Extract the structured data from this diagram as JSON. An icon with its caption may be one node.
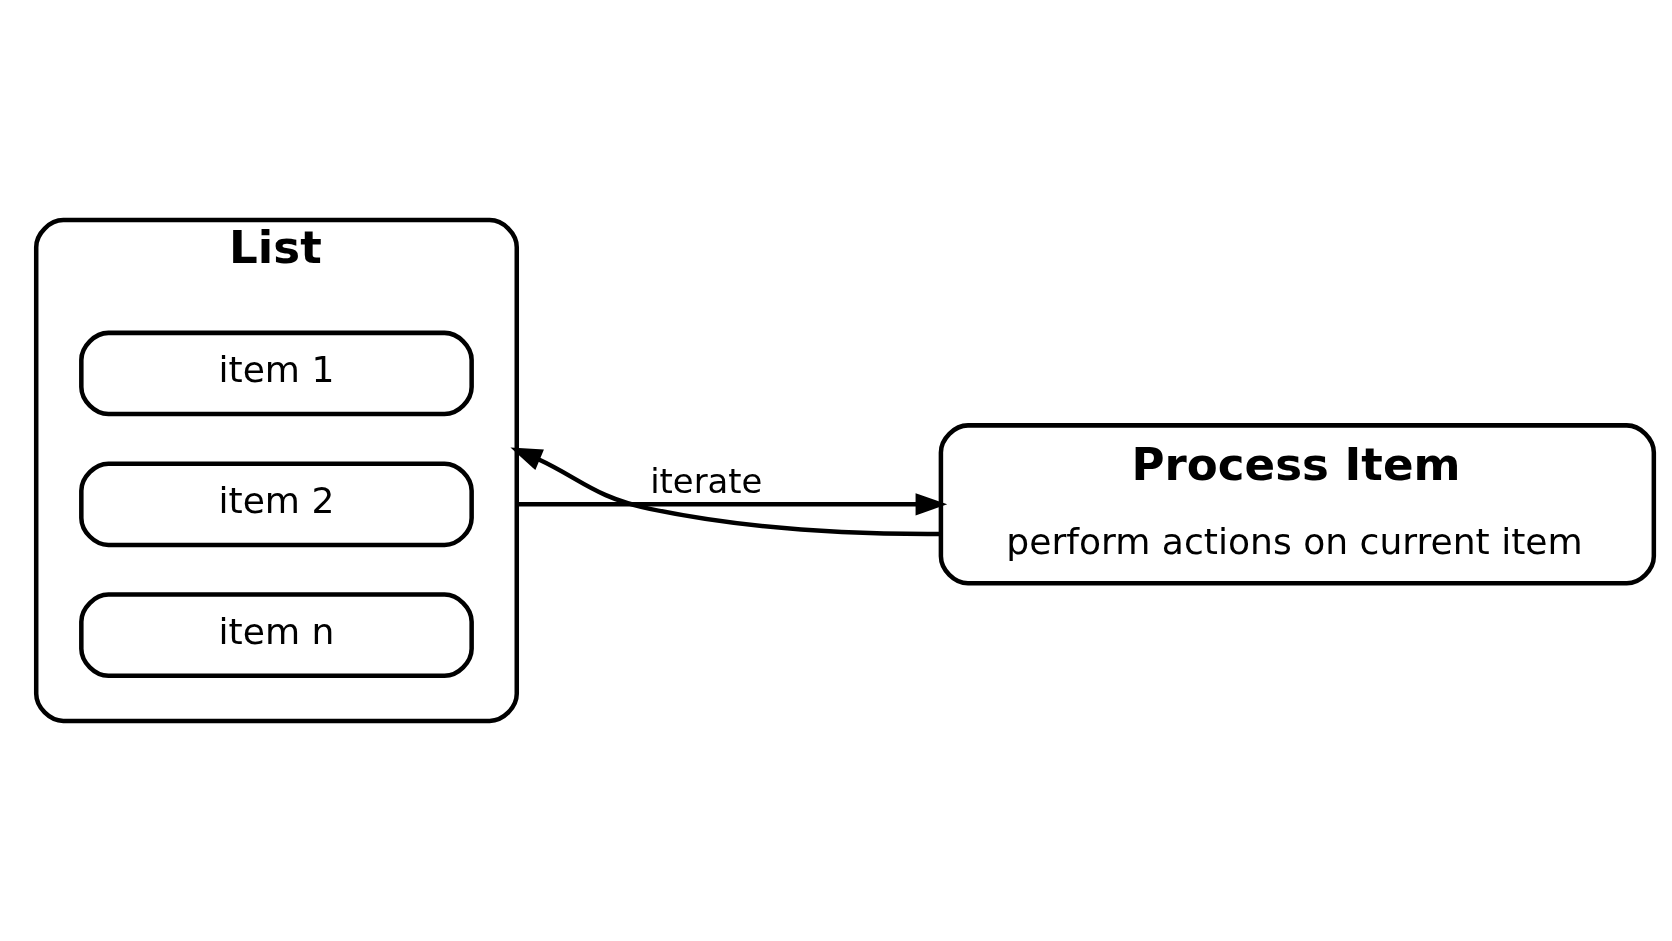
{
  "diagram": {
    "nodes": [
      {
        "text": [
          "List"
        ]
      },
      {
        "text": [
          "item 1"
        ],
        "in": 0
      },
      {
        "text": [
          "item 2"
        ],
        "in": 0
      },
      {
        "text": [
          "item n"
        ],
        "in": 0
      },
      {
        "text": [
          "Process Item",
          "perform actions on current item"
        ]
      }
    ],
    "edges": [
      {
        "from": 0,
        "to": 4,
        "arrow": "to",
        "label": "iterate"
      },
      {
        "from": 4,
        "to": 0,
        "arrow": "to"
      }
    ]
  }
}
